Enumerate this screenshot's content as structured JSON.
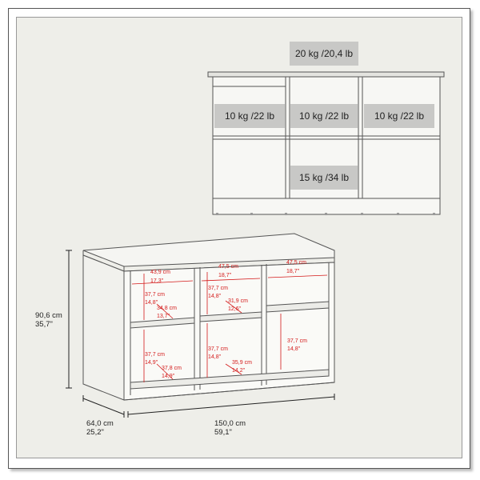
{
  "figure": {
    "title": "",
    "front_view": {
      "weight_labels": [
        {
          "id": "top",
          "text": "20 kg /20,4 lb"
        },
        {
          "id": "left-upper",
          "text": "10 kg /22 lb"
        },
        {
          "id": "middle-upper",
          "text": "10 kg /22 lb"
        },
        {
          "id": "right-upper",
          "text": "10 kg /22 lb"
        },
        {
          "id": "middle-lower",
          "text": "15 kg /34 lb"
        }
      ]
    },
    "iso_view": {
      "interior_dims": [
        {
          "id": "top-left",
          "lines": [
            "43,9 cm",
            "17,3\""
          ]
        },
        {
          "id": "top-middle",
          "lines": [
            "47,5 cm",
            "18,7\""
          ]
        },
        {
          "id": "top-right",
          "lines": [
            "47,5 cm",
            "18,7\""
          ]
        },
        {
          "id": "left-upper-height",
          "lines": [
            "37,7 cm",
            "14,8\""
          ]
        },
        {
          "id": "left-upper-depth",
          "lines": [
            "34,8 cm",
            "13,7\""
          ]
        },
        {
          "id": "middle-upper-height",
          "lines": [
            "37,7 cm",
            "14,8\""
          ]
        },
        {
          "id": "middle-upper-depth",
          "lines": [
            "31,9 cm",
            "12,6\""
          ]
        },
        {
          "id": "left-lower-height",
          "lines": [
            "37,7 cm",
            "14,9\""
          ]
        },
        {
          "id": "left-lower-depth",
          "lines": [
            "37,8 cm",
            "14,9\""
          ]
        },
        {
          "id": "middle-lower-height",
          "lines": [
            "37,7 cm",
            "14,8\""
          ]
        },
        {
          "id": "middle-lower-depth",
          "lines": [
            "35,9 cm",
            "14,2\""
          ]
        },
        {
          "id": "right-lower-height",
          "lines": [
            "37,7 cm",
            "14,8\""
          ]
        }
      ],
      "overall_dims": {
        "height": [
          "90,6 cm",
          "35,7\""
        ],
        "depth": [
          "64,0 cm",
          "25,2\""
        ],
        "width": [
          "150,0 cm",
          "59,1\""
        ]
      }
    }
  },
  "colors": {
    "background": "#eeeee9",
    "label_fill": "#c8c8c6",
    "dimension_red": "#d41a1a",
    "line": "#555555"
  }
}
